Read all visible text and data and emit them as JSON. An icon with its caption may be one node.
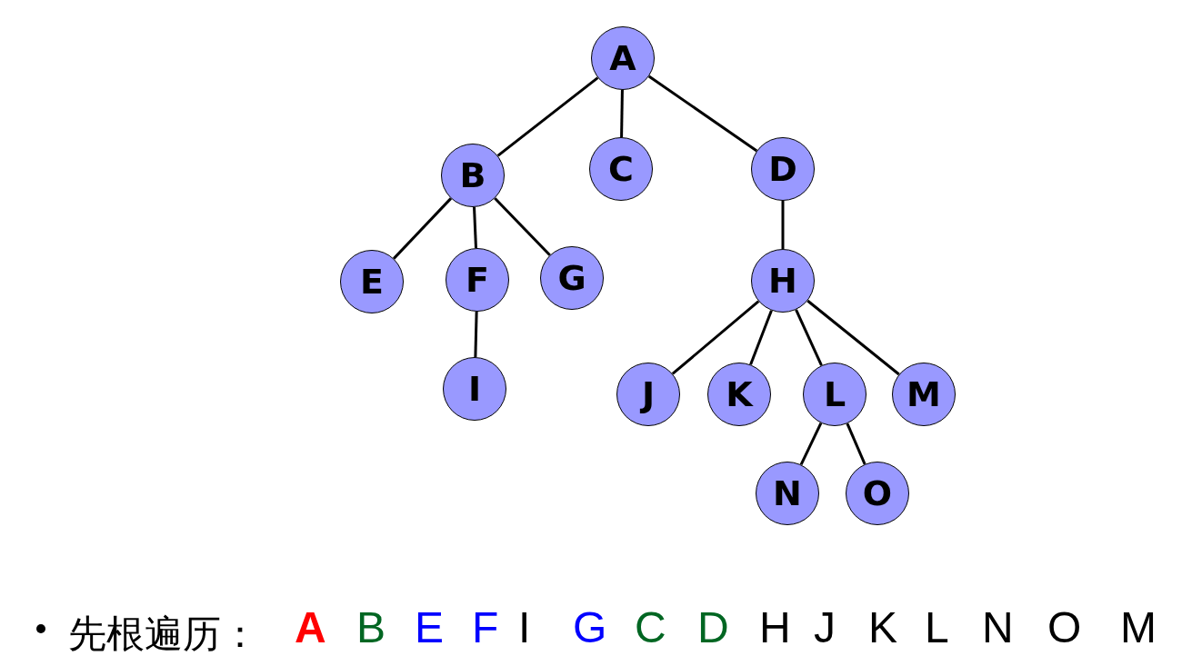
{
  "diagram": {
    "nodes": [
      {
        "text": [
          "A"
        ]
      },
      {
        "text": [
          "B"
        ]
      },
      {
        "text": [
          "C"
        ]
      },
      {
        "text": [
          "D"
        ]
      },
      {
        "text": [
          "E"
        ]
      },
      {
        "text": [
          "F"
        ]
      },
      {
        "text": [
          "G"
        ]
      },
      {
        "text": [
          "H"
        ]
      },
      {
        "text": [
          "I"
        ]
      },
      {
        "text": [
          "J"
        ]
      },
      {
        "text": [
          "K"
        ]
      },
      {
        "text": [
          "L"
        ]
      },
      {
        "text": [
          "M"
        ]
      },
      {
        "text": [
          "N"
        ]
      },
      {
        "text": [
          "O"
        ]
      }
    ],
    "edges": [
      {
        "from": 0,
        "to": 1,
        "arrow": "none"
      },
      {
        "from": 0,
        "to": 2,
        "arrow": "none"
      },
      {
        "from": 0,
        "to": 3,
        "arrow": "none"
      },
      {
        "from": 1,
        "to": 4,
        "arrow": "none"
      },
      {
        "from": 1,
        "to": 5,
        "arrow": "none"
      },
      {
        "from": 1,
        "to": 6,
        "arrow": "none"
      },
      {
        "from": 5,
        "to": 8,
        "arrow": "none"
      },
      {
        "from": 3,
        "to": 7,
        "arrow": "none"
      },
      {
        "from": 7,
        "to": 9,
        "arrow": "none"
      },
      {
        "from": 7,
        "to": 10,
        "arrow": "none"
      },
      {
        "from": 7,
        "to": 11,
        "arrow": "none"
      },
      {
        "from": 7,
        "to": 12,
        "arrow": "none"
      },
      {
        "from": 11,
        "to": 13,
        "arrow": "none"
      },
      {
        "from": 11,
        "to": 14,
        "arrow": "none"
      }
    ],
    "labels": [
      "先根遍历：",
      "A",
      "B",
      "E",
      "F",
      "I",
      "G",
      "C",
      "D",
      "H",
      "J",
      "K",
      "L",
      "N",
      "O",
      "M"
    ]
  }
}
